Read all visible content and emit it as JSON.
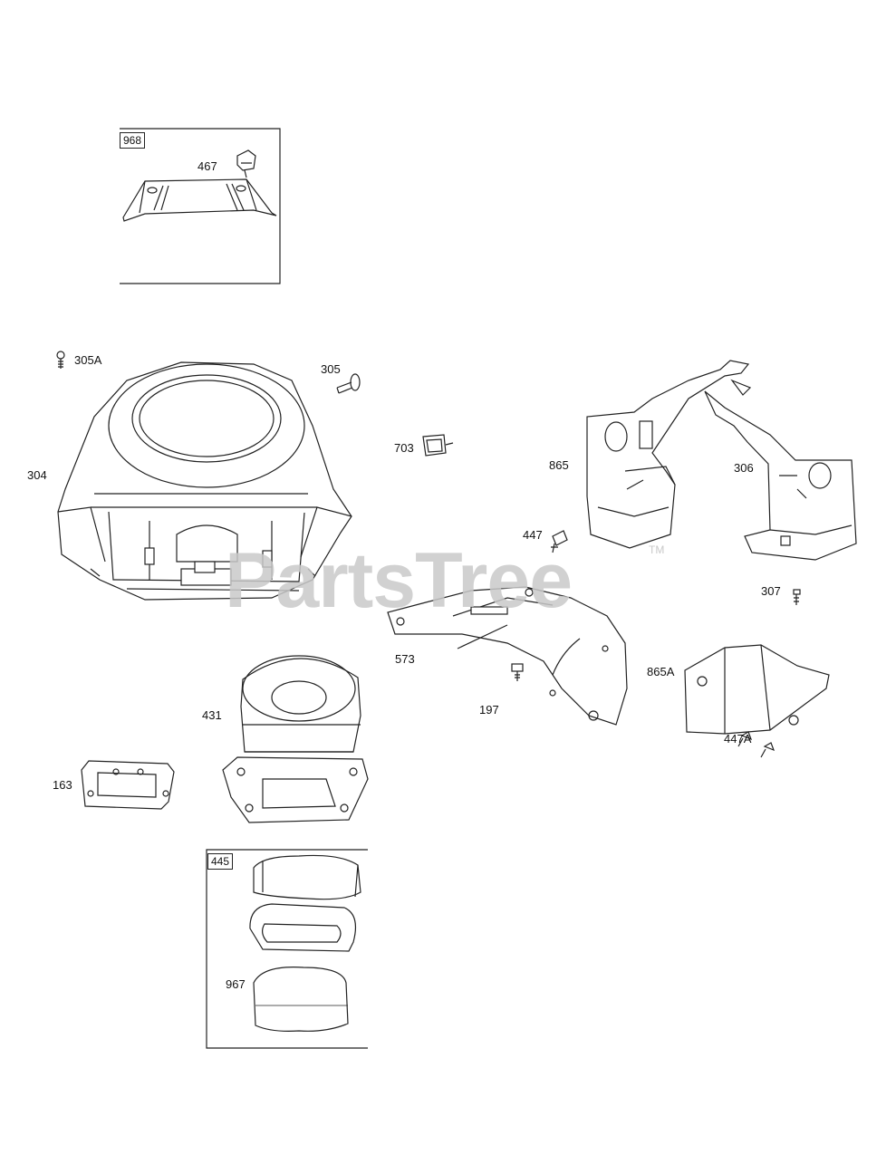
{
  "watermark": {
    "text": "PartsTree",
    "tm": "TM"
  },
  "boxes": {
    "box_968": "968",
    "box_445": "445"
  },
  "labels": {
    "p467": "467",
    "p305A": "305A",
    "p305": "305",
    "p304": "304",
    "p703": "703",
    "p865": "865",
    "p306": "306",
    "p447": "447",
    "p307": "307",
    "p573": "573",
    "p865A": "865A",
    "p197": "197",
    "p447A": "447A",
    "p431": "431",
    "p163": "163",
    "p967": "967"
  }
}
